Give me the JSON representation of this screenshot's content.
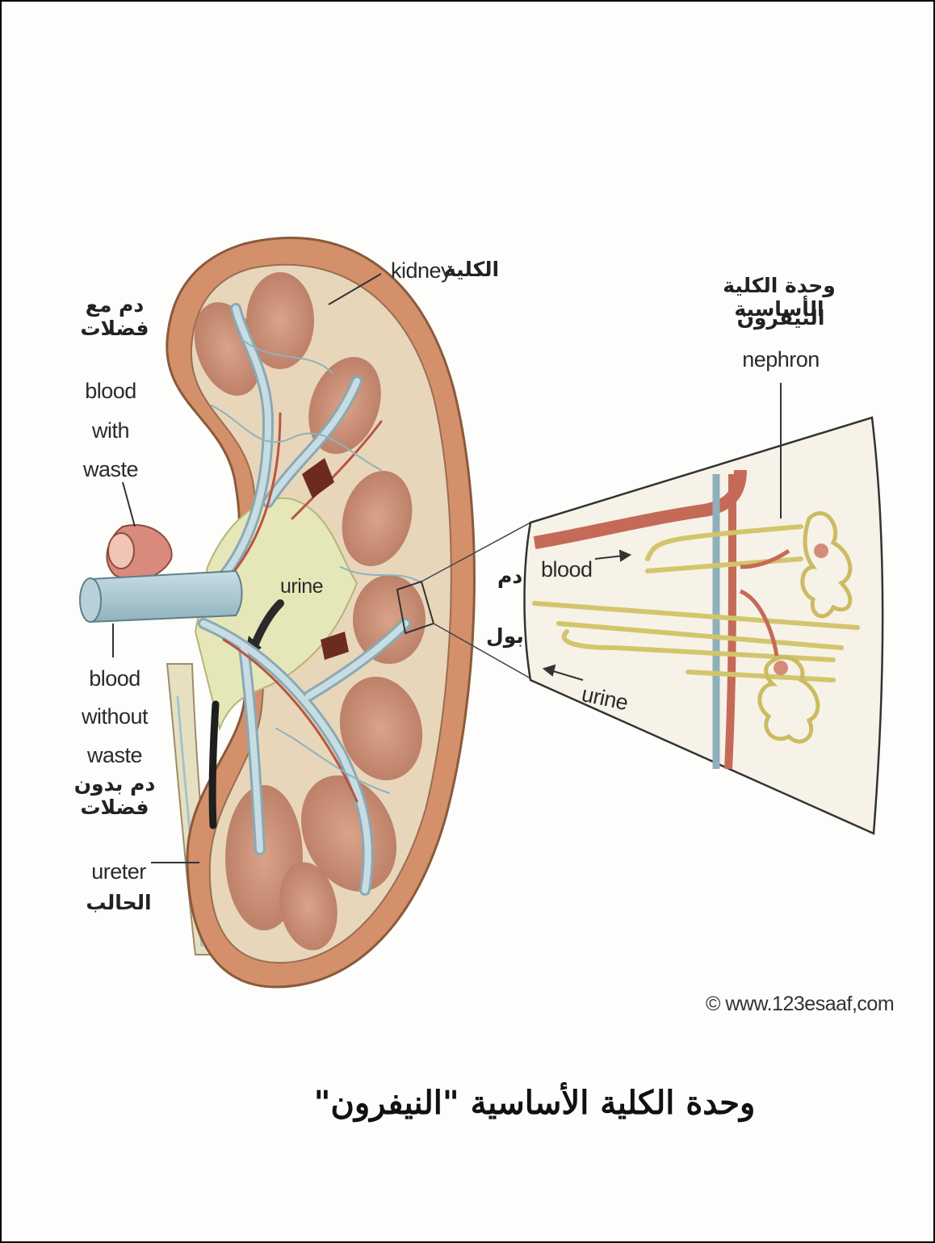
{
  "labels": {
    "kidney_en": "kidney",
    "kidney_ar": "الكلية",
    "nephron_ar_line1": "وحدة الكلية الأساسية",
    "nephron_ar_line2": "النيفرون",
    "nephron_en": "nephron",
    "blood_with_waste_ar": "دم مع\nفضلات",
    "blood_with_waste_en": "blood\nwith\nwaste",
    "blood_without_waste_en": "blood\nwithout\nwaste",
    "blood_without_waste_ar": "دم بدون\nفضلات",
    "ureter_en": "ureter",
    "ureter_ar": "الحالب",
    "urine_kidney": "urine",
    "blood_inset_en": "blood",
    "blood_inset_ar": "دم",
    "urine_inset_ar": "بول",
    "urine_inset_en": "urine"
  },
  "copyright": "© www.123esaaf,com",
  "title": "وحدة الكلية الأساسية \"النيفرون\"",
  "colors": {
    "cortex": "#d3906a",
    "pyramid": "#c98b73",
    "tissue": "#e8d6bb",
    "vein_blue": "#a9c6d0",
    "artery_red": "#c2604c",
    "pelvis": "#e6e7b8",
    "tubule_yellow": "#d9cf7a"
  }
}
